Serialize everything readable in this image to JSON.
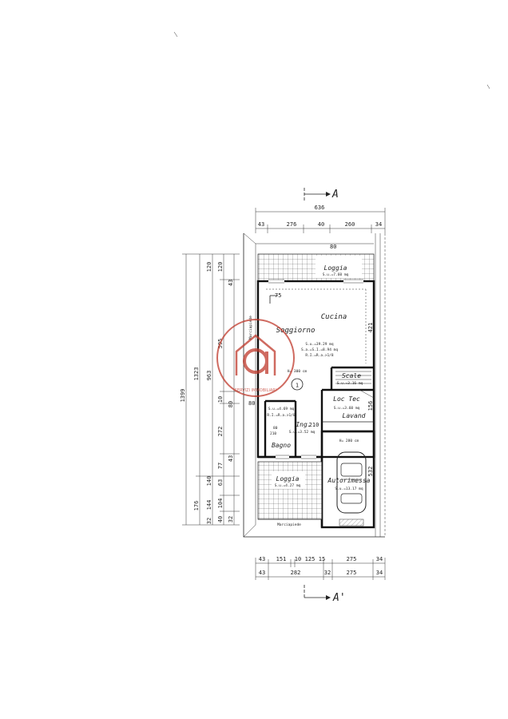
{
  "section": {
    "top": "A",
    "bottom": "A'"
  },
  "dims_top": {
    "total": "636",
    "parts": [
      "43",
      "276",
      "40",
      "260",
      "34"
    ]
  },
  "dims_bottom_1": [
    "43",
    "151",
    "10",
    "125",
    "15",
    "275",
    "34"
  ],
  "dims_bottom_2": [
    "43",
    "282",
    "32",
    "275",
    "34"
  ],
  "dims_left": {
    "total_a": "1399",
    "total_b": "1323",
    "chain_a": [
      "963",
      "176"
    ],
    "chain_b": [
      "120",
      "595",
      "10",
      "272",
      "140",
      "144",
      "32"
    ],
    "chain_c": [
      "120",
      "43",
      "80",
      "77",
      "43",
      "63",
      "104",
      "32",
      "40"
    ]
  },
  "rooms": {
    "loggia_top": "Loggia",
    "loggia_top_area": "S.u.=7.60 mq",
    "soggiorno": "Soggiorno",
    "cucina": "Cucina",
    "living_area_1": "S.u.=39.29 mq",
    "living_area_2": "S.a.=S.I.=8.94 mq",
    "living_area_3": "R.I.=R.a.>1/8",
    "h_living": "H= 300 cm",
    "scale": "Scale",
    "scale_area": "S.u.=3.16 mq",
    "loc_tec": "Loc Tec",
    "loc_tec_area": "S.u.=3.60 mq",
    "lavand": "Lavand",
    "bagno": "Bagno",
    "bagno_area": "S.u.=4.69 mq",
    "bagno_ri": "R.I.=R.a.>1/8",
    "ing": "Ing.",
    "ing_dim": "210",
    "ing_area": "S.u.=3.52 mq",
    "loggia_bottom": "Loggia",
    "loggia_bottom_area": "S.u.=4.27 mq",
    "autorimessa": "Autorimessa",
    "autorimessa_area": "S.u.=13.17 mq",
    "h_garage": "H= 280 cm",
    "marciapiede_1": "Marciapiede",
    "marciapiede_2": "Marciapiede",
    "unit_number": "1",
    "d_75": "75",
    "d_421": "421",
    "d_532": "532",
    "d_156": "156",
    "d_80": "80",
    "d_80b": "80",
    "d_210": "210",
    "d_80c": "80"
  },
  "logo": {
    "text": "SERVIZI IMMOBILIARI",
    "color": "#c0392b"
  }
}
